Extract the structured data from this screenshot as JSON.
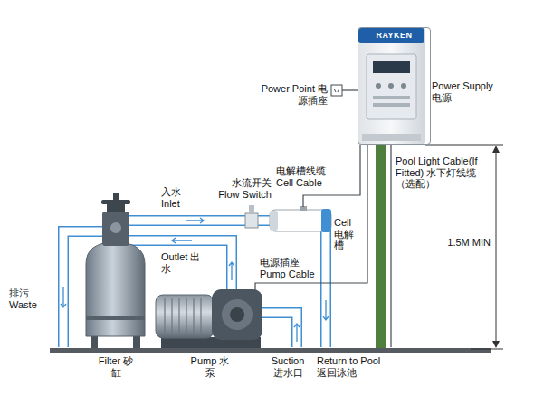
{
  "diagram": {
    "nodes": [
      {
        "text": [
          "RAYKEN",
          "Power Supply 电源"
        ]
      }
    ],
    "labels": [
      "Power Point 电源插座",
      "电解槽线缆 Cell Cable",
      "水流开关 Flow Switch",
      "入水 Inlet",
      "Cell 电解槽",
      "Pool Light Cable(If Fitted) 水下灯线缆 （选配）",
      "Outlet 出水",
      "排污 Waste",
      "电源插座 Pump Cable",
      "1.5M MIN",
      "Filter 砂缸",
      "Pump 水泵",
      "Suction 进水口",
      "Return to Pool 返回泳池"
    ]
  }
}
